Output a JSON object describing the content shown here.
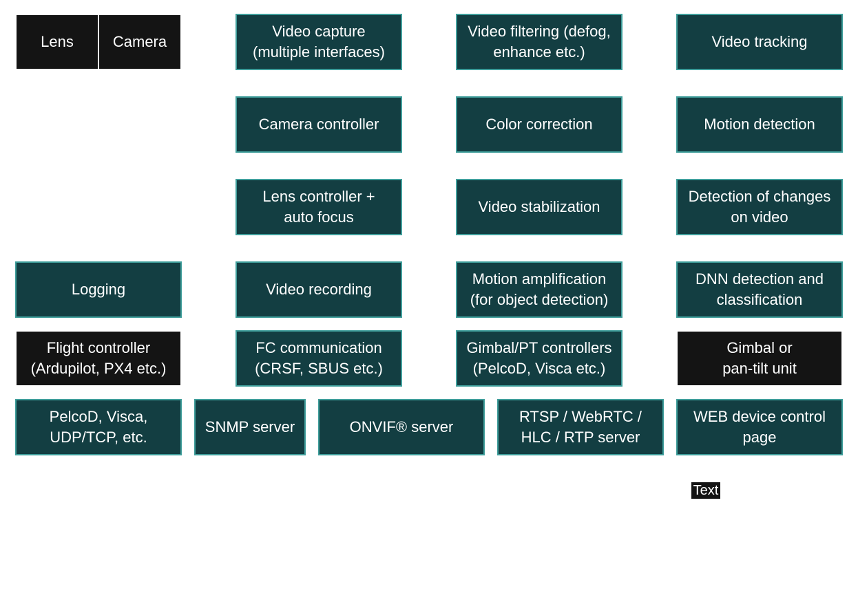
{
  "blocks": {
    "lens": "Lens",
    "camera": "Camera",
    "video_capture": "Video capture\n(multiple interfaces)",
    "video_filtering": "Video filtering (defog,\nenhance etc.)",
    "video_tracking": "Video tracking",
    "camera_controller": "Camera controller",
    "color_correction": "Color correction",
    "motion_detection": "Motion detection",
    "lens_controller": "Lens controller +\nauto focus",
    "video_stabilization": "Video stabilization",
    "change_detection": "Detection of changes\non video",
    "logging": "Logging",
    "video_recording": "Video recording",
    "motion_amplification": "Motion amplification\n(for object detection)",
    "dnn_detection": "DNN detection and\nclassification",
    "flight_controller": "Flight controller\n(Ardupilot, PX4 etc.)",
    "fc_communication": "FC communication\n(CRSF, SBUS etc.)",
    "gimbal_controllers": "Gimbal/PT controllers\n(PelcoD, Visca etc.)",
    "gimbal_unit": "Gimbal or\npan-tilt unit",
    "pelcod": "PelcoD, Visca,\nUDP/TCP, etc.",
    "snmp": "SNMP server",
    "onvif": "ONVIF® server",
    "rtsp": "RTSP / WebRTC /\nHLC / RTP server",
    "web": "WEB device control\npage"
  },
  "text_label": "Text",
  "colors": {
    "module_fill": "#133e42",
    "module_border": "#3f9e9b",
    "hardware_fill": "#141414",
    "text": "#ffffff"
  }
}
